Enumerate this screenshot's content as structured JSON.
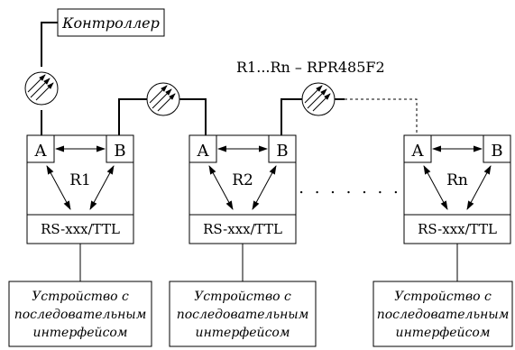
{
  "diagram": {
    "controller_label": "Контроллер",
    "legend": "R1...Rn – RPR485F2",
    "port_a": "A",
    "port_b": "B",
    "interface_label": "RS-xxx/TTL",
    "dots": ". . . . . . .",
    "repeaters": [
      {
        "name": "R1"
      },
      {
        "name": "R2"
      },
      {
        "name": "Rn"
      }
    ],
    "device": {
      "line1": "Устройство с",
      "line2": "последовательным",
      "line3": "интерфейсом"
    }
  }
}
